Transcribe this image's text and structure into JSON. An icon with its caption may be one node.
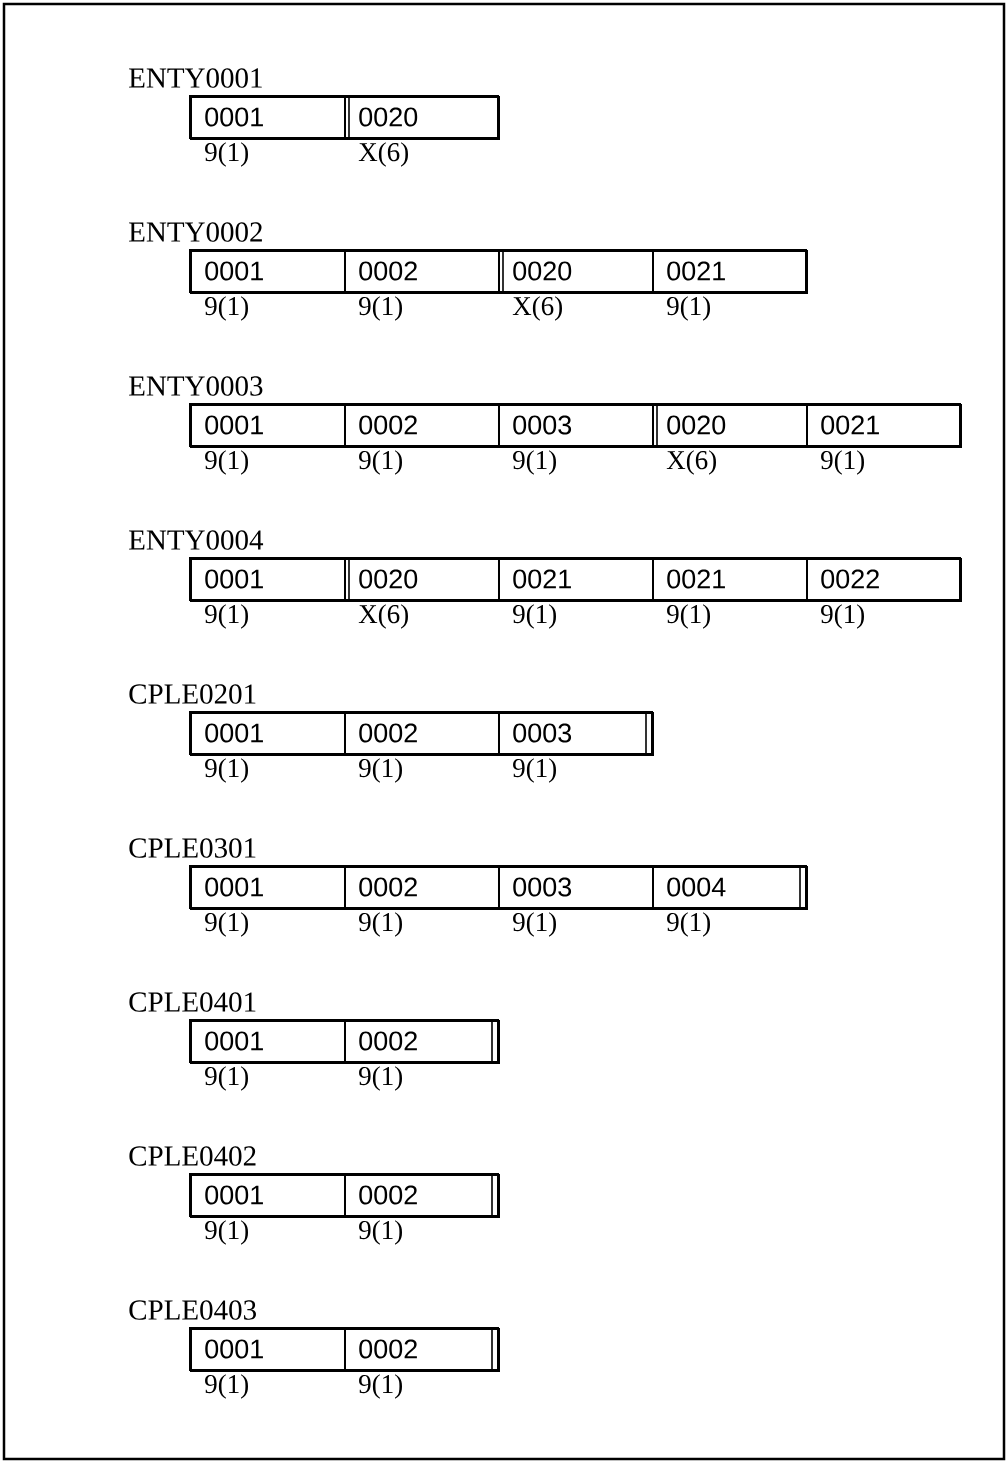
{
  "diagram": {
    "nodes": [
      {
        "text": [
          "ENTY0001"
        ]
      },
      {
        "text": [
          "0001"
        ],
        "in": 0,
        "beside": [
          "9(1)"
        ]
      },
      {
        "text": [
          "0020"
        ],
        "in": 0,
        "beside": [
          "X(6)"
        ]
      },
      {
        "text": [
          "ENTY0002"
        ]
      },
      {
        "text": [
          "0001"
        ],
        "in": 3,
        "beside": [
          "9(1)"
        ]
      },
      {
        "text": [
          "0002"
        ],
        "in": 3,
        "beside": [
          "9(1)"
        ]
      },
      {
        "text": [
          "0020"
        ],
        "in": 3,
        "beside": [
          "X(6)"
        ]
      },
      {
        "text": [
          "0021"
        ],
        "in": 3,
        "beside": [
          "9(1)"
        ]
      },
      {
        "text": [
          "ENTY0003"
        ]
      },
      {
        "text": [
          "0001"
        ],
        "in": 8,
        "beside": [
          "9(1)"
        ]
      },
      {
        "text": [
          "0002"
        ],
        "in": 8,
        "beside": [
          "9(1)"
        ]
      },
      {
        "text": [
          "0003"
        ],
        "in": 8,
        "beside": [
          "9(1)"
        ]
      },
      {
        "text": [
          "0020"
        ],
        "in": 8,
        "beside": [
          "X(6)"
        ]
      },
      {
        "text": [
          "0021"
        ],
        "in": 8,
        "beside": [
          "9(1)"
        ]
      },
      {
        "text": [
          "ENTY0004"
        ]
      },
      {
        "text": [
          "0001"
        ],
        "in": 14,
        "beside": [
          "9(1)"
        ]
      },
      {
        "text": [
          "0020"
        ],
        "in": 14,
        "beside": [
          "X(6)"
        ]
      },
      {
        "text": [
          "0021"
        ],
        "in": 14,
        "beside": [
          "9(1)"
        ]
      },
      {
        "text": [
          "0021"
        ],
        "in": 14,
        "beside": [
          "9(1)"
        ]
      },
      {
        "text": [
          "0022"
        ],
        "in": 14,
        "beside": [
          "9(1)"
        ]
      },
      {
        "text": [
          "CPLE0201"
        ]
      },
      {
        "text": [
          "0001"
        ],
        "in": 20,
        "beside": [
          "9(1)"
        ]
      },
      {
        "text": [
          "0002"
        ],
        "in": 20,
        "beside": [
          "9(1)"
        ]
      },
      {
        "text": [
          "0003"
        ],
        "in": 20,
        "beside": [
          "9(1)"
        ]
      },
      {
        "text": [
          "CPLE0301"
        ]
      },
      {
        "text": [
          "0001"
        ],
        "in": 24,
        "beside": [
          "9(1)"
        ]
      },
      {
        "text": [
          "0002"
        ],
        "in": 24,
        "beside": [
          "9(1)"
        ]
      },
      {
        "text": [
          "0003"
        ],
        "in": 24,
        "beside": [
          "9(1)"
        ]
      },
      {
        "text": [
          "0004"
        ],
        "in": 24,
        "beside": [
          "9(1)"
        ]
      },
      {
        "text": [
          "CPLE0401"
        ]
      },
      {
        "text": [
          "0001"
        ],
        "in": 29,
        "beside": [
          "9(1)"
        ]
      },
      {
        "text": [
          "0002"
        ],
        "in": 29,
        "beside": [
          "9(1)"
        ]
      },
      {
        "text": [
          "CPLE0402"
        ]
      },
      {
        "text": [
          "0001"
        ],
        "in": 32,
        "beside": [
          "9(1)"
        ]
      },
      {
        "text": [
          "0002"
        ],
        "in": 32,
        "beside": [
          "9(1)"
        ]
      },
      {
        "text": [
          "CPLE0403"
        ]
      },
      {
        "text": [
          "0001"
        ],
        "in": 35,
        "beside": [
          "9(1)"
        ]
      },
      {
        "text": [
          "0002"
        ],
        "in": 35,
        "beside": [
          "9(1)"
        ]
      }
    ]
  }
}
